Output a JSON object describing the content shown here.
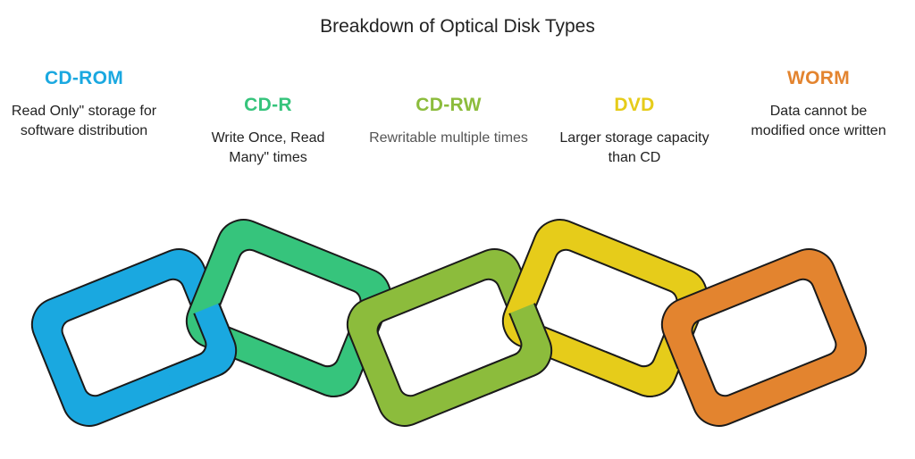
{
  "title": "Breakdown of Optical Disk Types",
  "items": [
    {
      "label": "CD-ROM",
      "description": "Read Only\" storage for software distribution",
      "color": "#1aa8e0",
      "edge": "#1a1a1a"
    },
    {
      "label": "CD-R",
      "description": "Write Once, Read Many\" times",
      "color": "#36c47c",
      "edge": "#1a1a1a"
    },
    {
      "label": "CD-RW",
      "description": "Rewritable multiple times",
      "color": "#8cbc3c",
      "edge": "#1a1a1a"
    },
    {
      "label": "DVD",
      "description": "Larger storage capacity than CD",
      "color": "#e6cc1a",
      "edge": "#1a1a1a"
    },
    {
      "label": "WORM",
      "description": "Data cannot be modified once written",
      "color": "#e3842f",
      "edge": "#1a1a1a"
    }
  ]
}
